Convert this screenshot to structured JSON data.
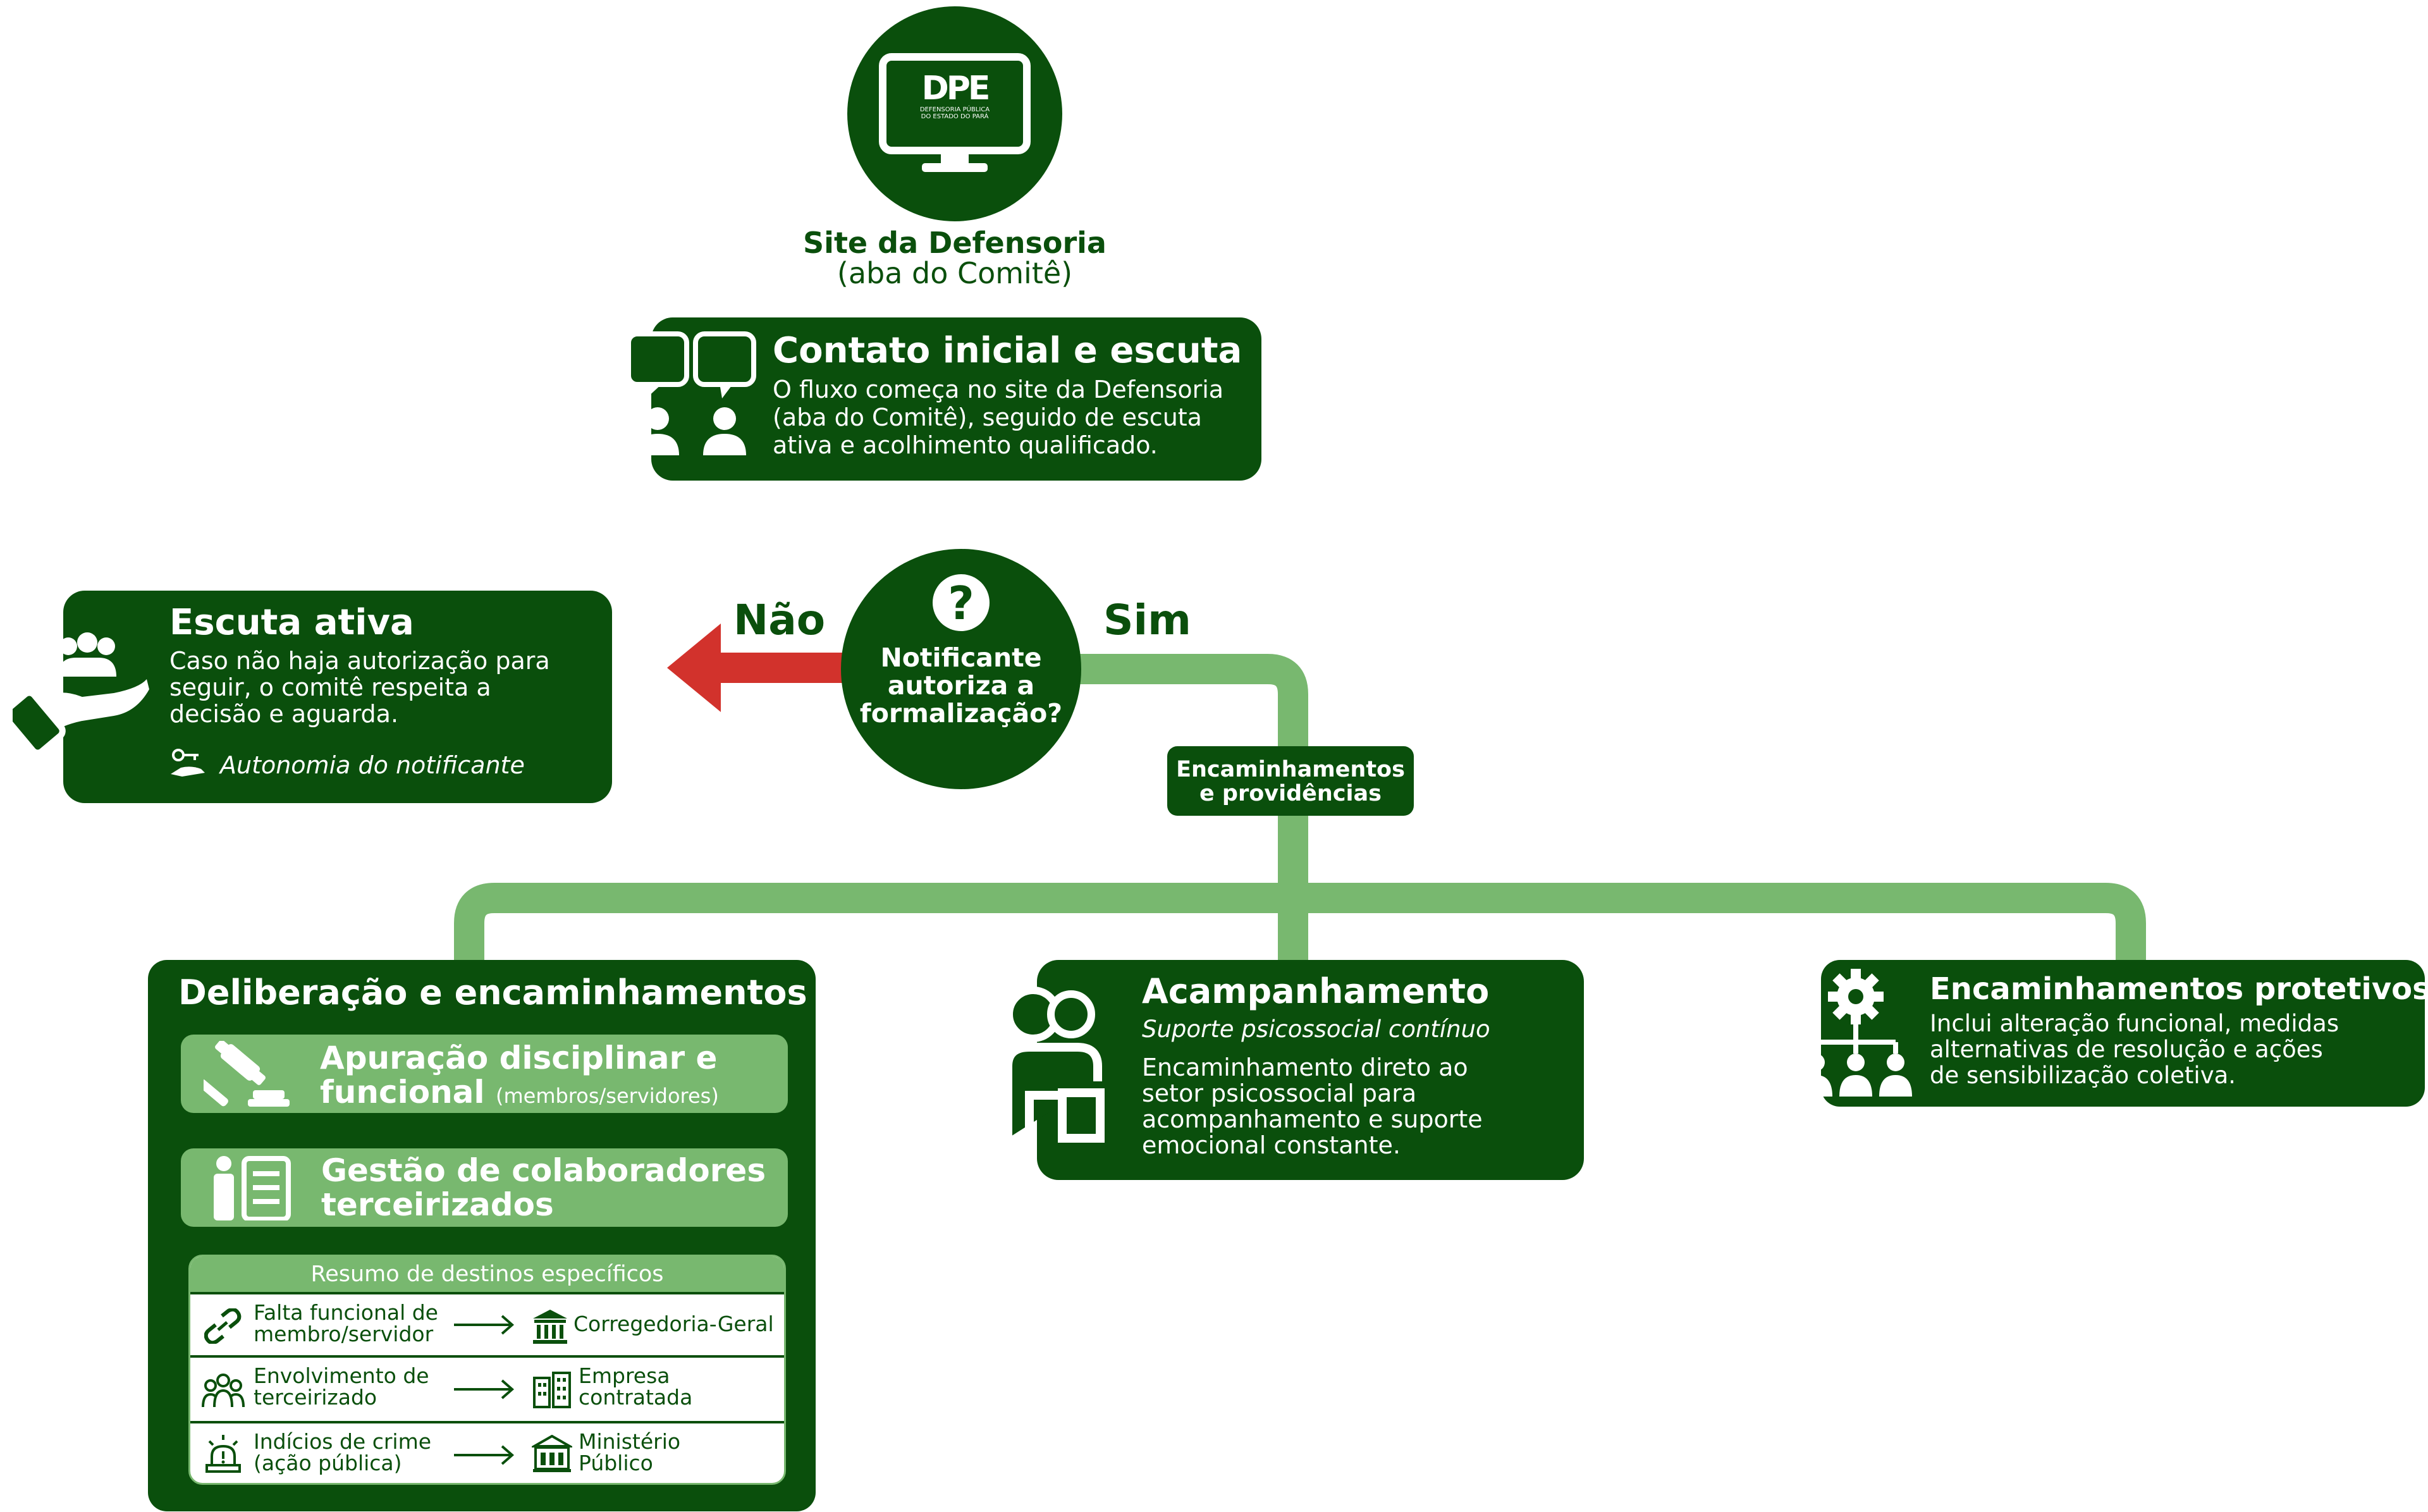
{
  "site": {
    "logo_text": "DPE",
    "logo_sub": "DEFENSORIA PÚBLICA DO ESTADO DO PARÁ",
    "title": "Site da Defensoria",
    "subtitle": "(aba do Comitê)"
  },
  "contato": {
    "title": "Contato inicial e escuta",
    "lines": [
      "O fluxo começa no site da Defensoria",
      "(aba do Comitê), seguido de escuta",
      "ativa e acolhimento qualificado."
    ]
  },
  "decision": {
    "symbol": "?",
    "lines": [
      "Notificante",
      "autoriza a",
      "formalização?"
    ],
    "no_label": "Não",
    "yes_label": "Sim"
  },
  "escuta": {
    "title": "Escuta ativa",
    "lines": [
      "Caso não haja autorização para",
      "seguir, o comitê respeita a",
      "decisão e aguarda."
    ],
    "footnote": "Autonomia do notificante"
  },
  "encaminhamentos_tag": {
    "lines": [
      "Encaminhamentos",
      "e providências"
    ]
  },
  "deliberacao": {
    "title": "Deliberação e encaminhamentos",
    "apuracao": {
      "line1": "Apuração disciplinar e",
      "line2": "funcional",
      "note": "(membros/servidores)"
    },
    "gestao": {
      "line1": "Gestão de colaboradores",
      "line2": "terceirizados"
    },
    "summary": {
      "header": "Resumo de destinos específicos",
      "rows": [
        {
          "desc1": "Falta funcional de",
          "desc2": "membro/servidor",
          "dest1": "Corregedoria-Geral",
          "dest2": ""
        },
        {
          "desc1": "Envolvimento de",
          "desc2": "terceirizado",
          "dest1": "Empresa",
          "dest2": "contratada"
        },
        {
          "desc1": "Indícios de crime",
          "desc2": "(ação pública)",
          "dest1": "Ministério",
          "dest2": "Público"
        }
      ]
    }
  },
  "acompanhamento": {
    "title": "Acampanhamento",
    "subtitle": "Suporte psicossocial contínuo",
    "lines": [
      "Encaminhamento direto ao",
      "setor psicossocial para",
      "acompanhamento e suporte",
      "emocional constante."
    ]
  },
  "protetivos": {
    "title": "Encaminhamentos protetivos",
    "lines": [
      "Inclui alteração funcional, medidas",
      "alternativas de resolução e ações",
      "de sensibilização coletiva."
    ]
  },
  "colors": {
    "dark_green": "#0a4f0c",
    "light_green": "#78b86f",
    "red": "#d2322c"
  }
}
